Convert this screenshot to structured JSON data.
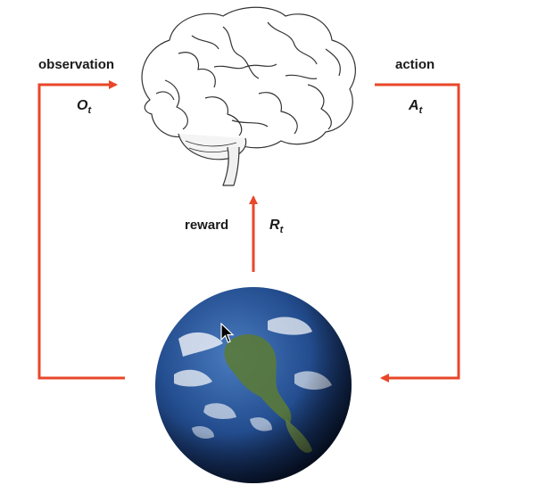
{
  "labels": {
    "observation": "observation",
    "observation_symbol": "O",
    "observation_sub": "t",
    "action": "action",
    "action_symbol": "A",
    "action_sub": "t",
    "reward": "reward",
    "reward_symbol": "R",
    "reward_sub": "t"
  },
  "nodes": {
    "agent_icon": "brain-icon",
    "environment_icon": "earth-globe-icon"
  },
  "colors": {
    "arrow": "#e8472a",
    "ocean_dark": "#0d1f4a",
    "ocean_light": "#3d6fb0"
  }
}
